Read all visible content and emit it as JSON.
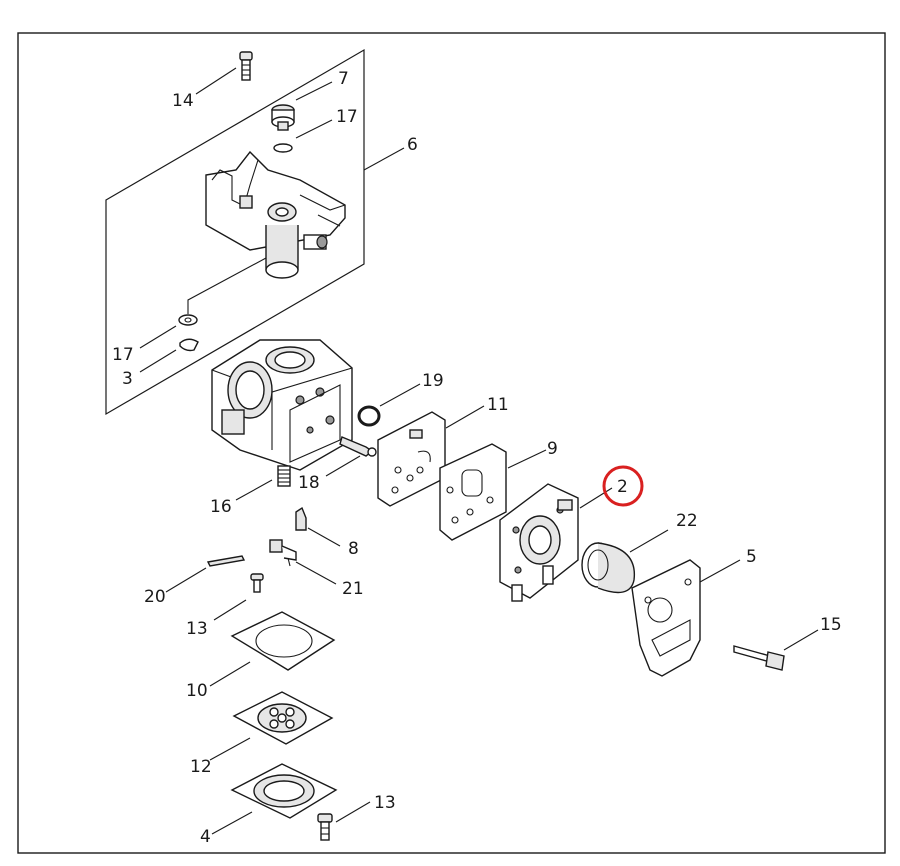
{
  "diagram": {
    "highlight_color": "#d92020",
    "highlighted_label": "2",
    "callouts": [
      "14",
      "7",
      "17",
      "6",
      "17",
      "3",
      "19",
      "11",
      "18",
      "9",
      "16",
      "2",
      "8",
      "22",
      "20",
      "21",
      "5",
      "13",
      "15",
      "10",
      "12",
      "13",
      "4"
    ]
  }
}
